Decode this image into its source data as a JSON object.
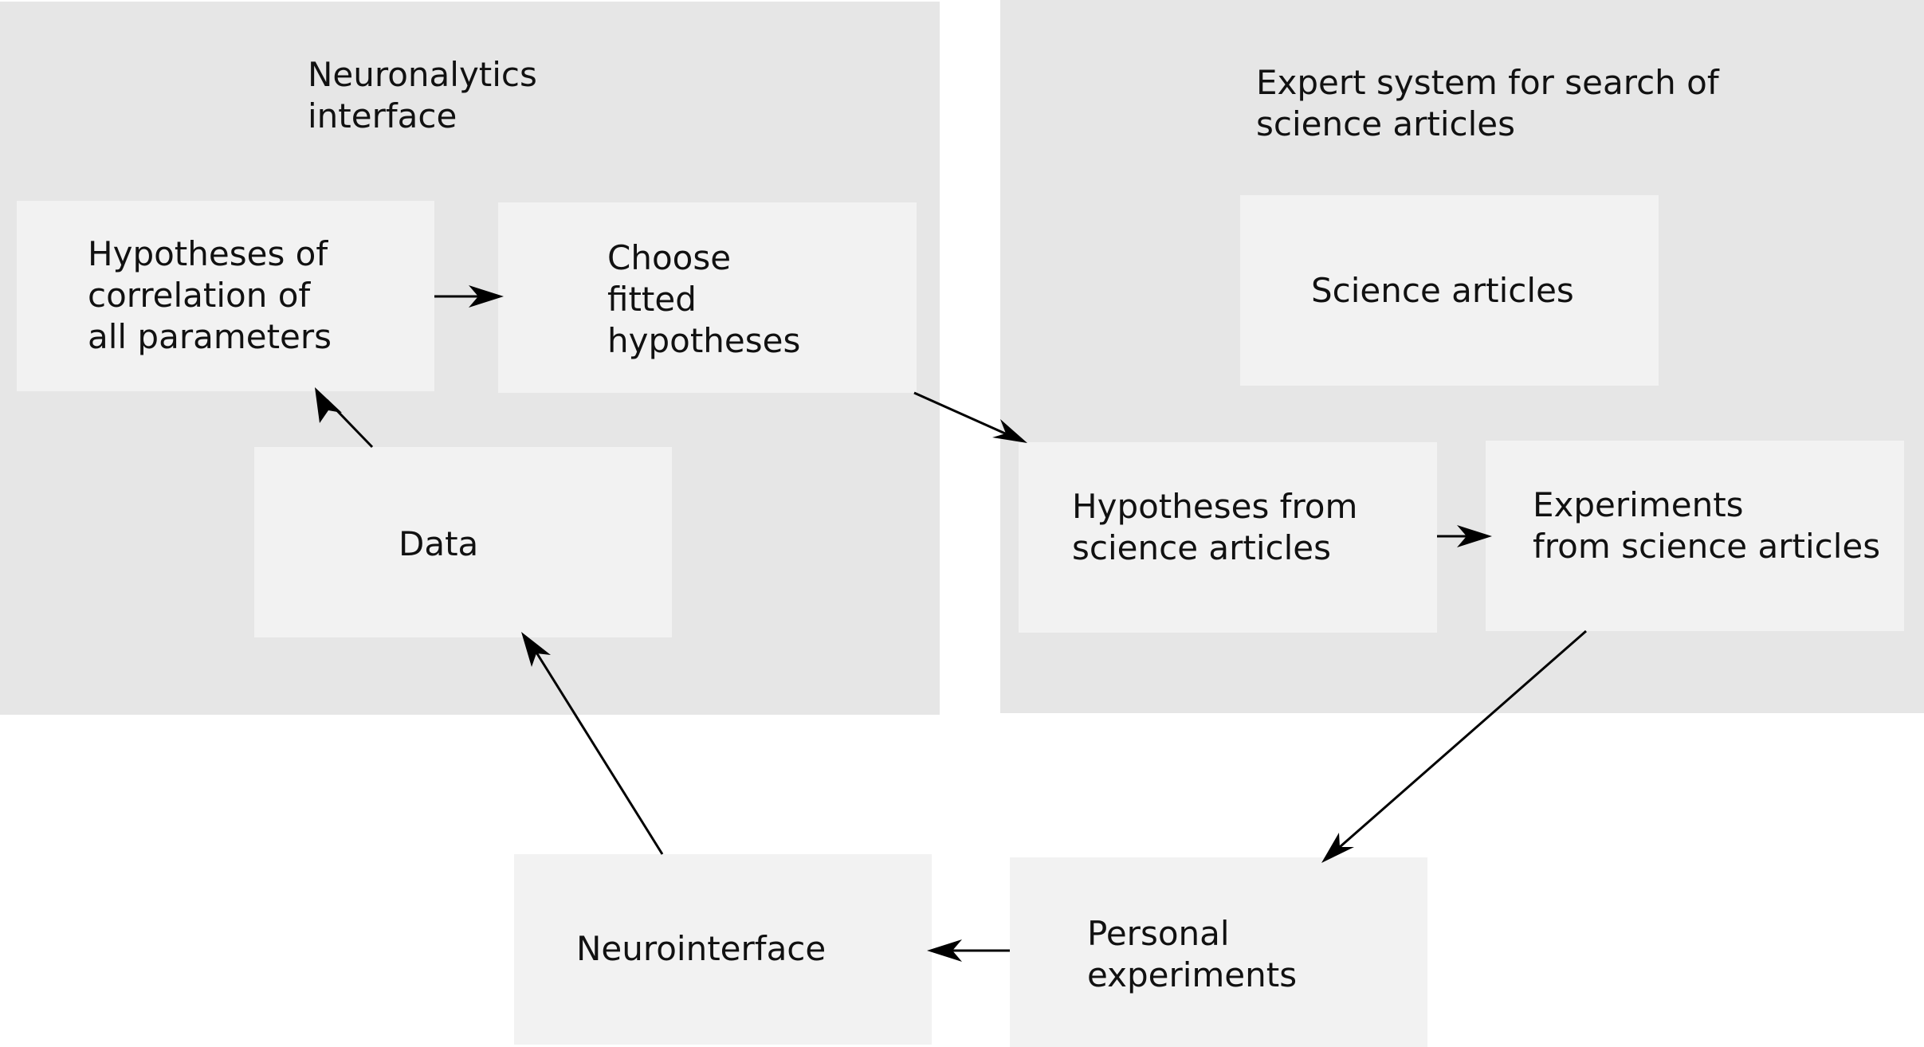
{
  "panels": {
    "neuronalytics": {
      "title_lines": [
        "Neuronalytics",
        "interface"
      ]
    },
    "expert_system": {
      "title_lines": [
        "Expert system for search of",
        "science articles"
      ]
    }
  },
  "boxes": {
    "hypotheses_correlation": [
      "Hypotheses of",
      "correlation of",
      "all parameters"
    ],
    "choose_fitted": [
      "Choose",
      "fitted",
      "hypotheses"
    ],
    "data": [
      "Data"
    ],
    "science_articles": [
      "Science articles"
    ],
    "hypotheses_from_articles": [
      "Hypotheses from",
      "science articles"
    ],
    "experiments_from_articles": [
      "Experiments",
      "from science articles"
    ],
    "neurointerface": [
      "Neurointerface"
    ],
    "personal_experiments": [
      "Personal",
      "experiments"
    ]
  }
}
